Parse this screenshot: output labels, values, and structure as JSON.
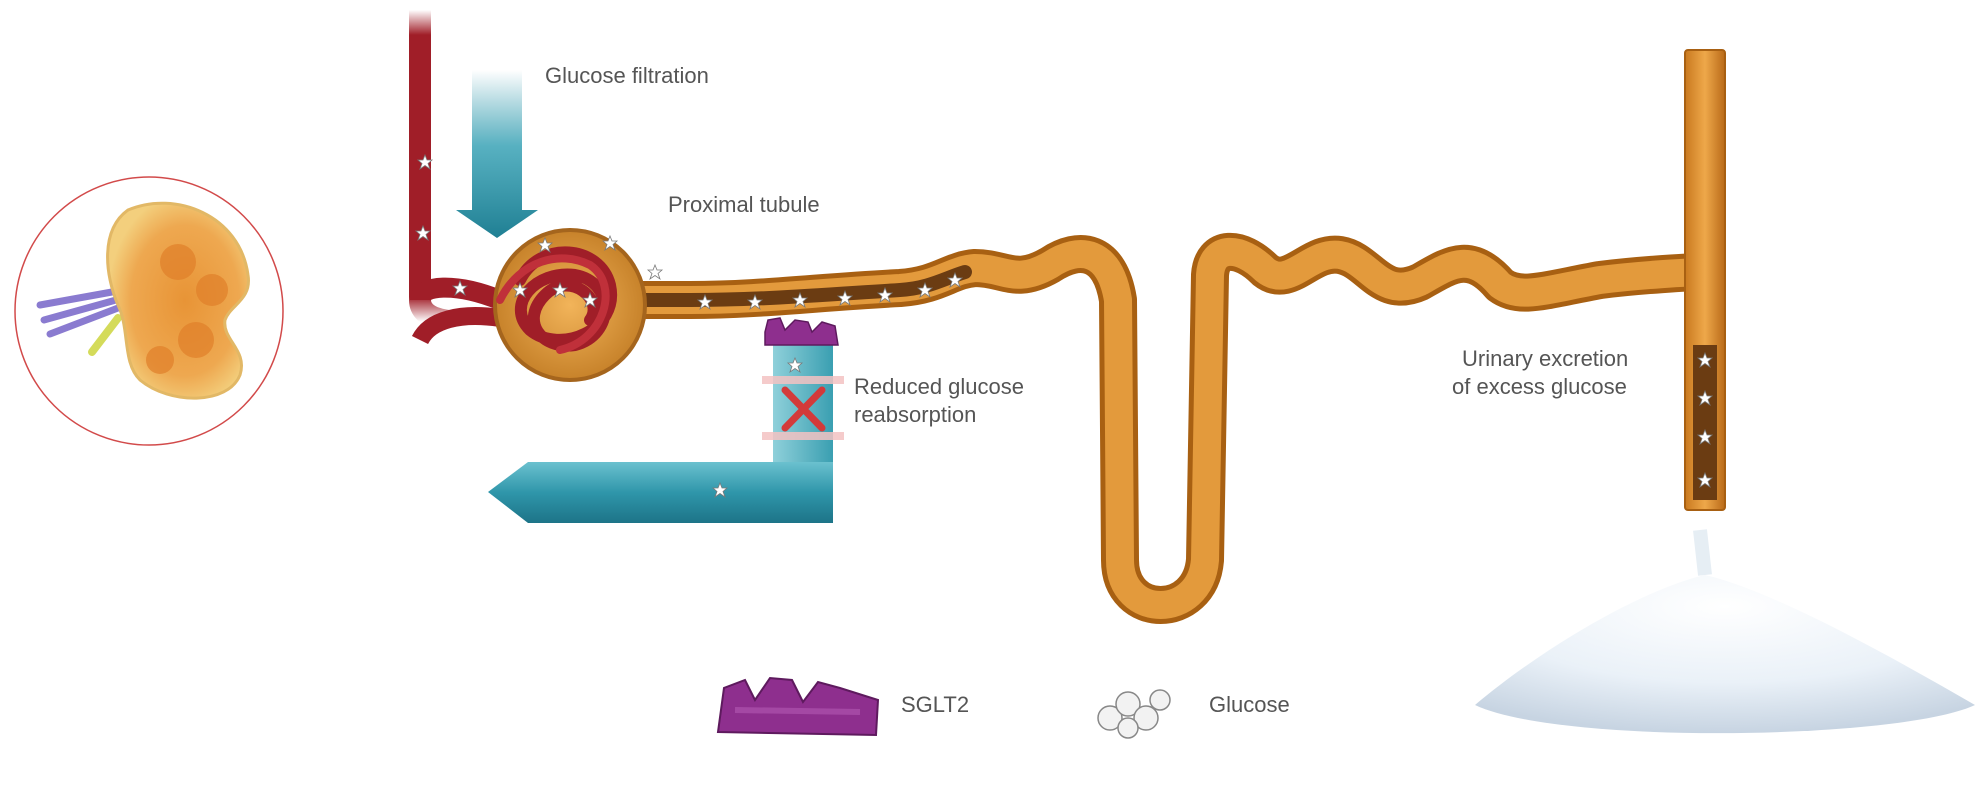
{
  "labels": {
    "glucose_filtration": "Glucose filtration",
    "proximal_tubule": "Proximal tubule",
    "reduced_reabsorption_line1": "Reduced glucose",
    "reduced_reabsorption_line2": "reabsorption",
    "urinary_excretion_line1": "Urinary excretion",
    "urinary_excretion_line2": "of excess glucose"
  },
  "legend": {
    "sglt2": "SGLT2",
    "glucose": "Glucose"
  },
  "colors": {
    "vessel": "#a01e28",
    "tubule": "#d9902e",
    "arrow_teal": "#2d94a8",
    "sglt2": "#8e2f8e",
    "inhibition_x": "#d33a3a",
    "label_text": "#555555"
  },
  "icons": [
    "kidney-icon",
    "sglt2-icon",
    "glucose-icon",
    "sugar-pile-icon",
    "inhibition-x-icon"
  ]
}
